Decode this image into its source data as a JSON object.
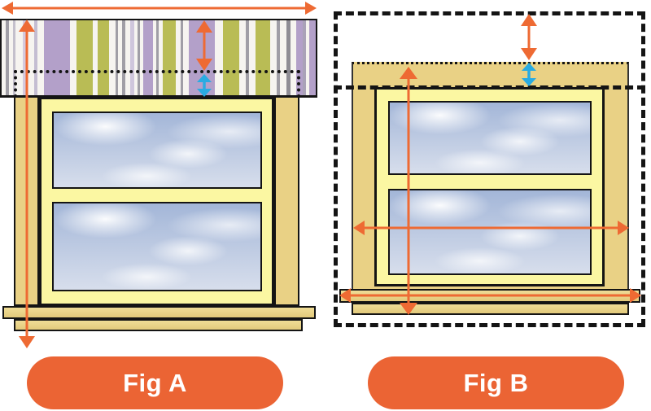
{
  "figures": [
    {
      "id": "fig-a",
      "caption": "Fig A"
    },
    {
      "id": "fig-b",
      "caption": "Fig B"
    }
  ],
  "colors": {
    "arrow_orange": "#ee6a33",
    "arrow_cyan": "#29abe2",
    "button_orange": "#eb6434",
    "button_text": "#ffffff",
    "frame_tan": "#e9d185",
    "frame_tan_light": "#f0dd96",
    "frame_yellow": "#fbf7a2",
    "outline": "#141414",
    "sky_top": "#a3b6d8",
    "sky_bottom": "#d7deec",
    "stripe_lavender": "#b3a0c9",
    "stripe_olive": "#b9bc55",
    "stripe_gray": "#a09ea6",
    "stripe_white": "#f6f4f0"
  }
}
